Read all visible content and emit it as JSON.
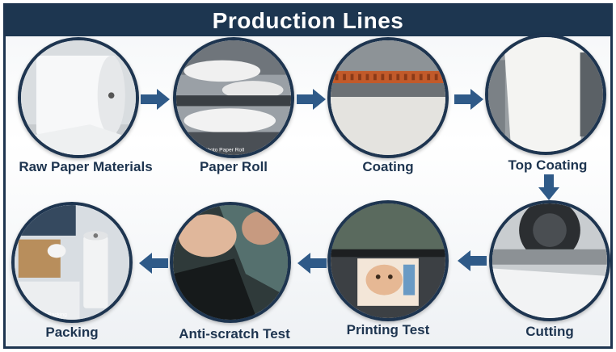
{
  "title": "Production Lines",
  "steps": [
    {
      "label": "Raw Paper Materials",
      "icon": "paper-roll-raw-photo"
    },
    {
      "label": "Paper Roll",
      "icon": "paper-roll-machine-photo",
      "overlay": "Photo Paper Roll"
    },
    {
      "label": "Coating",
      "icon": "coating-machine-photo"
    },
    {
      "label": "Top Coating",
      "icon": "top-coating-photo"
    },
    {
      "label": "Cutting",
      "icon": "cutting-machine-photo"
    },
    {
      "label": "Printing Test",
      "icon": "printer-photo"
    },
    {
      "label": "Anti-scratch Test",
      "icon": "scratch-test-photo"
    },
    {
      "label": "Packing",
      "icon": "packing-photo",
      "overlay": "and Packing"
    }
  ],
  "colors": {
    "navy": "#1d3650",
    "arrow": "#2f5a88",
    "text": "#1e3550"
  }
}
